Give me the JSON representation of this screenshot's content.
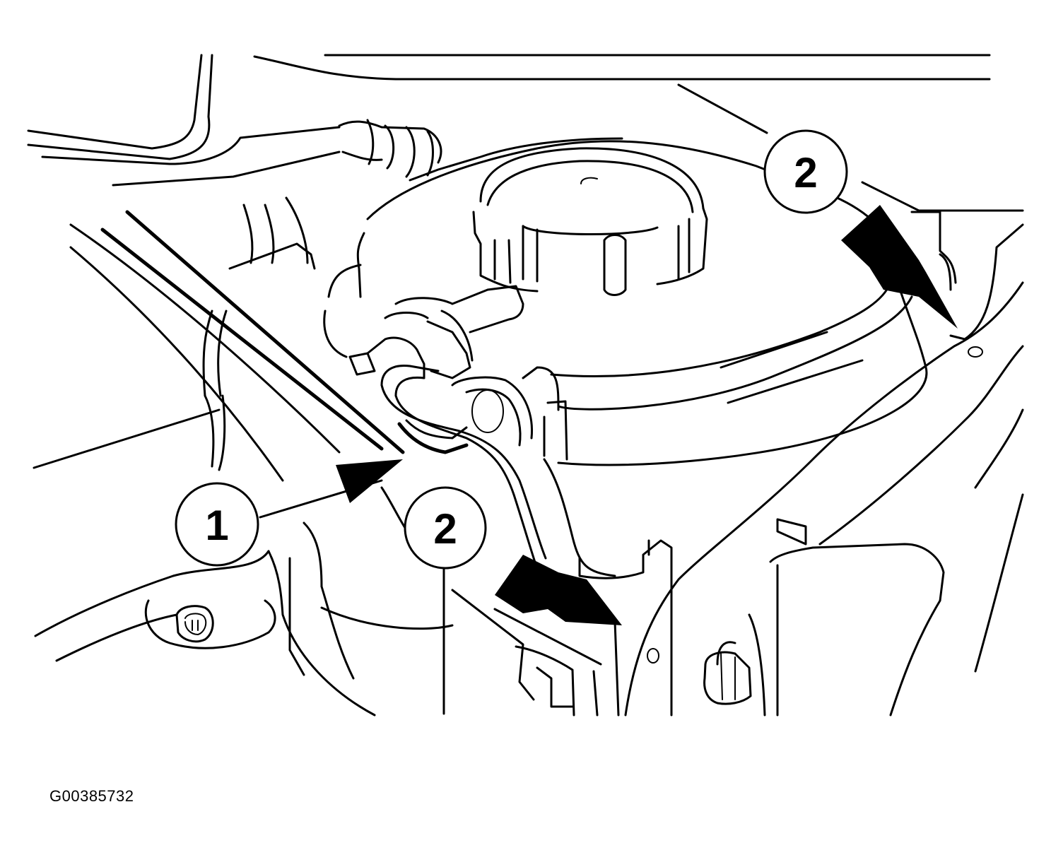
{
  "figure": {
    "id": "G00385732"
  },
  "callouts": [
    {
      "key": "callout-1",
      "label": "1"
    },
    {
      "key": "callout-2-center",
      "label": "2"
    },
    {
      "key": "callout-2-right",
      "label": "2"
    }
  ]
}
